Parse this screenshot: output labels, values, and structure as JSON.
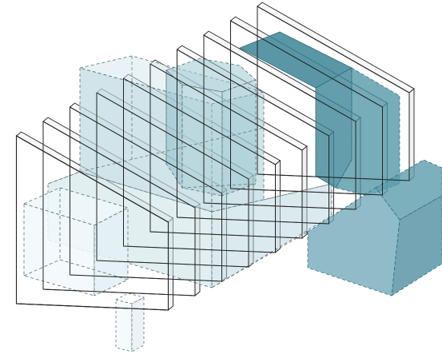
{
  "diagram": {
    "kind": "isometric-exploded-layers",
    "panel_count": 10,
    "colors": {
      "background": "#ffffff",
      "panel_fill": "#ffffff",
      "panel_stroke": "#222222",
      "volume_light": "#eef7fa",
      "volume_mid": "#bcd9df",
      "volume_dark": "#3d8597",
      "dashed_line": "#5a6f78"
    },
    "volumes": [
      {
        "name": "small-box-volume",
        "shade": "light"
      },
      {
        "name": "large-central-volume",
        "shade": "mid"
      },
      {
        "name": "hexagonal-prism-volume",
        "shade": "mid"
      },
      {
        "name": "dark-top-volume",
        "shade": "dark"
      },
      {
        "name": "right-extension-volume",
        "shade": "dark"
      }
    ]
  }
}
